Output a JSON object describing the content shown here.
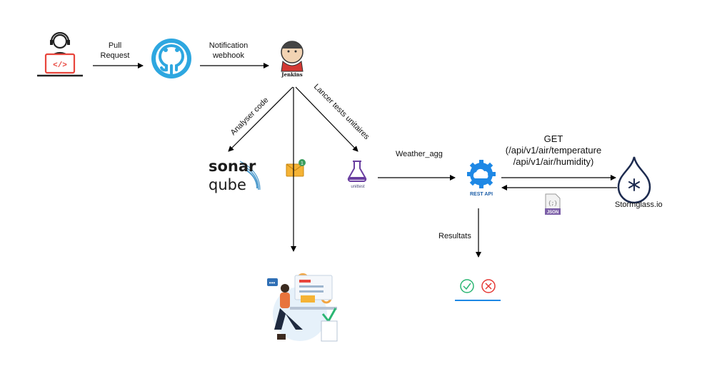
{
  "edges": {
    "pull_request": "Pull\nRequest",
    "notification": "Notification\nwebhook",
    "analyser": "Analyser code",
    "lancer": "Lancer tests unitaires",
    "weather": "Weather_agg",
    "get_line1": "GET",
    "get_line2": "(/api/v1/air/temperature",
    "get_line3": "/api/v1/air/humidity)",
    "resultats": "Resultats"
  },
  "nodes": {
    "jenkins": "Jenkins",
    "sonar_top": "sonar",
    "sonar_bottom": "qube",
    "unittest": "unittest",
    "rest_api": "REST API",
    "json": "JSON",
    "json_glyph": "{;}",
    "stormglass": "Stormglass.io"
  },
  "colors": {
    "github_blue": "#2ea7e0",
    "developer_red": "#e8453c",
    "rest_blue": "#1e88e5",
    "stormglass_navy": "#1d2b4f",
    "unittest_purple": "#6a3fa0",
    "check_green": "#2bb673",
    "cross_red": "#e53935",
    "json_purple": "#7b5ea7"
  }
}
